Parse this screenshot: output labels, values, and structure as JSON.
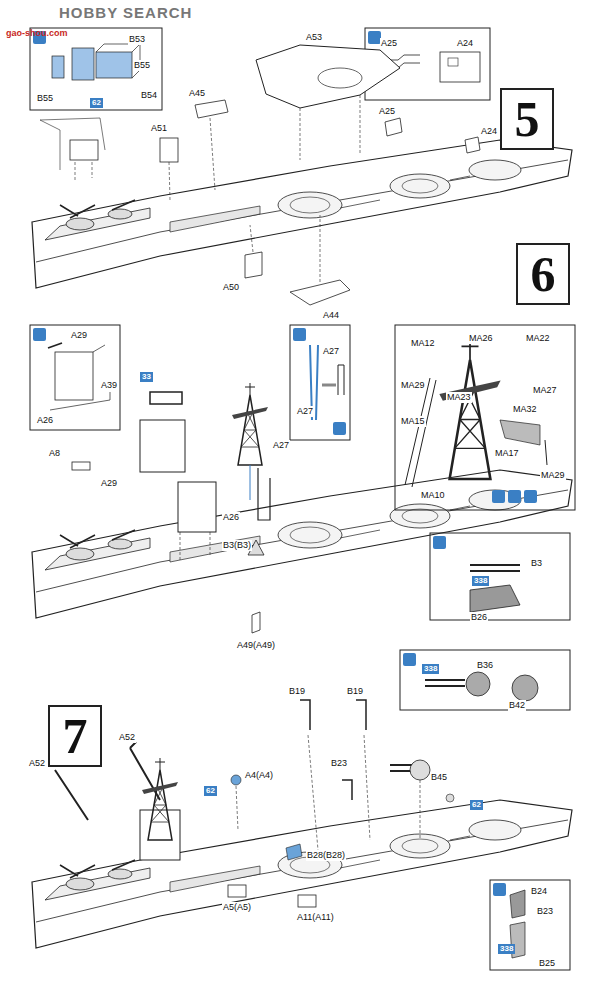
{
  "diagram": {
    "nodes": [
      {
        "text": [
          "5"
        ]
      },
      {
        "text": [
          "6"
        ]
      },
      {
        "text": [
          "7"
        ]
      }
    ],
    "labels": [
      "HOBBY SEARCH",
      "gao-shou.com",
      "B53",
      "B55",
      "B55",
      "B54",
      "62",
      "A53",
      "A45",
      "A51",
      "A25",
      "A24",
      "A25",
      "A24",
      "A50",
      "A44",
      "A29",
      "A26",
      "33",
      "A39",
      "A8",
      "A29",
      "A27",
      "A27",
      "A27",
      "A26",
      "B3(B3)",
      "MA12",
      "MA26",
      "MA22",
      "MA29",
      "MA23",
      "MA27",
      "MA15",
      "MA32",
      "MA17",
      "MA29",
      "MA10",
      "B3",
      "338",
      "B26",
      "A49(A49)",
      "B19",
      "B19",
      "338",
      "B36",
      "B42",
      "A52",
      "A52",
      "A4(A4)",
      "62",
      "B23",
      "B45",
      "62",
      "B28(B28)",
      "A5(A5)",
      "A11(A11)",
      "B24",
      "B23",
      "338",
      "B25"
    ]
  }
}
